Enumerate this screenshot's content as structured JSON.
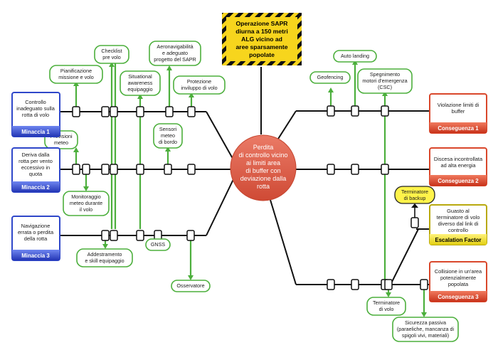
{
  "top_event": [
    "Operazione SAPR",
    "diurna a 150 metri",
    "ALG vicino ad",
    "aree sparsamente",
    "popolate"
  ],
  "center_event": [
    "Perdita",
    "di controllo vicino",
    "ai limiti area",
    "di buffer con",
    "deviazione dalla",
    "rotta"
  ],
  "threats": [
    {
      "lines": [
        "Controllo",
        "inadeguato sulla",
        "rotta di volo"
      ],
      "footer": "Minaccia 1"
    },
    {
      "lines": [
        "Deriva dalla",
        "rotta per vento",
        "eccessivo in",
        "quota"
      ],
      "footer": "Minaccia 2"
    },
    {
      "lines": [
        "Navigazione",
        "errata o perdita",
        "della rotta"
      ],
      "footer": "Minaccia 3"
    }
  ],
  "consequences": [
    {
      "lines": [
        "Violazione limiti di",
        "buffer"
      ],
      "footer": "Conseguenza 1"
    },
    {
      "lines": [
        "Discesa incontrollata",
        "ad alta energia"
      ],
      "footer": "Conseguenza 2"
    },
    {
      "lines": [
        "Collisione in un'area",
        "potenzialmente",
        "popolata"
      ],
      "footer": "Conseguenza 3"
    }
  ],
  "escalation_factor": {
    "lines": [
      "Guasto al",
      "terminatore di volo",
      "diverso dal link di",
      "controllo"
    ],
    "footer": "Escalation Factor"
  },
  "backup_terminator": [
    "Terminatore",
    "di backup"
  ],
  "controls": [
    {
      "id": "pianificazione",
      "lines": [
        "Pianificazione",
        "missione e volo"
      ]
    },
    {
      "id": "checklist",
      "lines": [
        "Checklist",
        "pre volo"
      ]
    },
    {
      "id": "aeronavigabilita",
      "lines": [
        "Aeronavigabilità",
        "e adeguato",
        "progetto del SAPR"
      ]
    },
    {
      "id": "situational",
      "lines": [
        "Situational",
        "awareness",
        "equipaggio"
      ]
    },
    {
      "id": "protezione",
      "lines": [
        "Protezione",
        "inviluppo di volo"
      ]
    },
    {
      "id": "previsioni",
      "lines": [
        "Previsioni",
        "meteo"
      ]
    },
    {
      "id": "sensori",
      "lines": [
        "Sensori",
        "meteo",
        "di bordo"
      ]
    },
    {
      "id": "monitoraggio",
      "lines": [
        "Monitoraggio",
        "meteo durante",
        "il volo"
      ]
    },
    {
      "id": "gnss",
      "lines": [
        "GNSS"
      ]
    },
    {
      "id": "addestramento",
      "lines": [
        "Addestramento",
        "e skill equipaggio"
      ]
    },
    {
      "id": "osservatore",
      "lines": [
        "Osservatore"
      ]
    },
    {
      "id": "geofencing",
      "lines": [
        "Geofencing"
      ]
    },
    {
      "id": "autolanding",
      "lines": [
        "Auto landing"
      ]
    },
    {
      "id": "spegnimento",
      "lines": [
        "Spegnimento",
        "motori d'emergenza",
        "(CSC)"
      ]
    },
    {
      "id": "terminatore",
      "lines": [
        "Terminatore",
        "di volo"
      ]
    },
    {
      "id": "sicurezza",
      "lines": [
        "Sicurezza passiva",
        "(paraeliche, mancanza di",
        "spigoli vivi, materiali)"
      ]
    }
  ],
  "colors": {
    "threat_blue": "#2f47c9",
    "consequence_red": "#d9472b",
    "escalation_yellow": "#f2e22a",
    "control_green": "#4caf3c",
    "hazard_yellow": "#f7d51d",
    "center_red": "#e0604c"
  }
}
